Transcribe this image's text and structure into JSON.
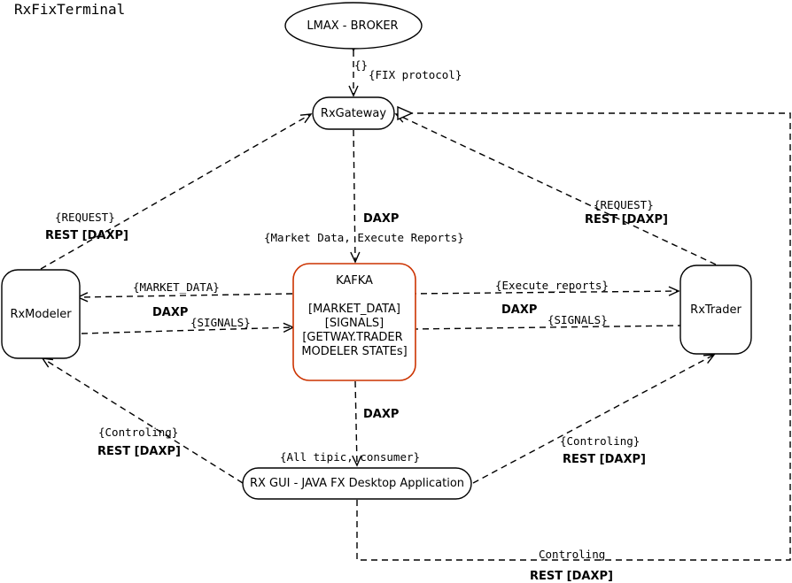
{
  "title": "RxFixTerminal",
  "colors": {
    "kafka_border": "#cc3300",
    "stroke": "#000000"
  },
  "nodes": {
    "broker": "LMAX - BROKER",
    "gateway": "RxGateway",
    "kafka_title": "KAFKA",
    "kafka_line1": "[MARKET_DATA]",
    "kafka_line2": "[SIGNALS]",
    "kafka_line3": "[GETWAY.TRADER",
    "kafka_line4": "MODELER STATEs]",
    "modeler": "RxModeler",
    "trader": "RxTrader",
    "gui": "RX GUI - JAVA FX Desktop Application"
  },
  "edges": {
    "broker_gateway_mark": "{}",
    "broker_gateway": "{FIX protocol}",
    "gateway_kafka_proto": "DAXP",
    "gateway_kafka": "{Market Data, Execute Reports}",
    "modeler_gateway_req": "{REQUEST}",
    "modeler_gateway_proto": "REST [DAXP]",
    "trader_gateway_req": "{REQUEST}",
    "trader_gateway_proto": "REST [DAXP]",
    "kafka_modeler_data": "{MARKET_DATA}",
    "modeler_kafka_proto": "DAXP",
    "modeler_kafka_signals": "{SIGNALS}",
    "kafka_trader_reports": "{Execute_reports}",
    "kafka_trader_proto": "DAXP",
    "trader_kafka_signals": "{SIGNALS}",
    "kafka_gui_proto": "DAXP",
    "kafka_gui": "{All tipic, consumer}",
    "gui_modeler_ctrl": "{Controling}",
    "gui_modeler_proto": "REST [DAXP]",
    "gui_trader_ctrl": "{Controling}",
    "gui_trader_proto": "REST [DAXP]",
    "gui_gateway_ctrl": "Controling",
    "gui_gateway_proto": "REST [DAXP]"
  }
}
